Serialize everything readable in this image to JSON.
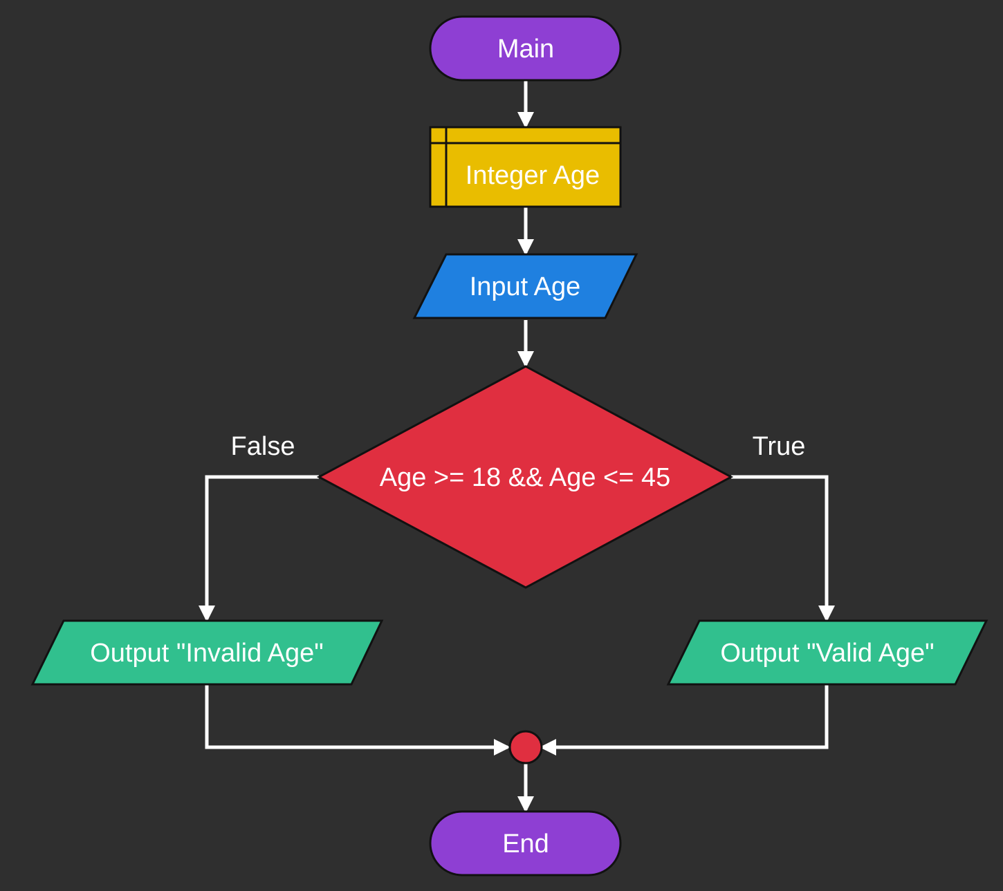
{
  "nodes": {
    "start": {
      "label": "Main",
      "kind": "terminal",
      "color": "#8e3fd3"
    },
    "declare": {
      "label": "Integer Age",
      "kind": "declare",
      "color": "#e9bd00"
    },
    "input": {
      "label": "Input Age",
      "kind": "io",
      "color": "#1f80e0"
    },
    "decision": {
      "label": "Age >= 18 && Age <= 45",
      "kind": "decision",
      "color": "#e02f40"
    },
    "output_false": {
      "label": "Output \"Invalid Age\"",
      "kind": "io",
      "color": "#31c08e"
    },
    "output_true": {
      "label": "Output \"Valid Age\"",
      "kind": "io",
      "color": "#31c08e"
    },
    "merge": {
      "kind": "junction",
      "color": "#e02f40"
    },
    "end": {
      "label": "End",
      "kind": "terminal",
      "color": "#8e3fd3"
    }
  },
  "edges": {
    "false_label": "False",
    "true_label": "True",
    "color": "#ffffff"
  },
  "background": "#2f2f2f"
}
